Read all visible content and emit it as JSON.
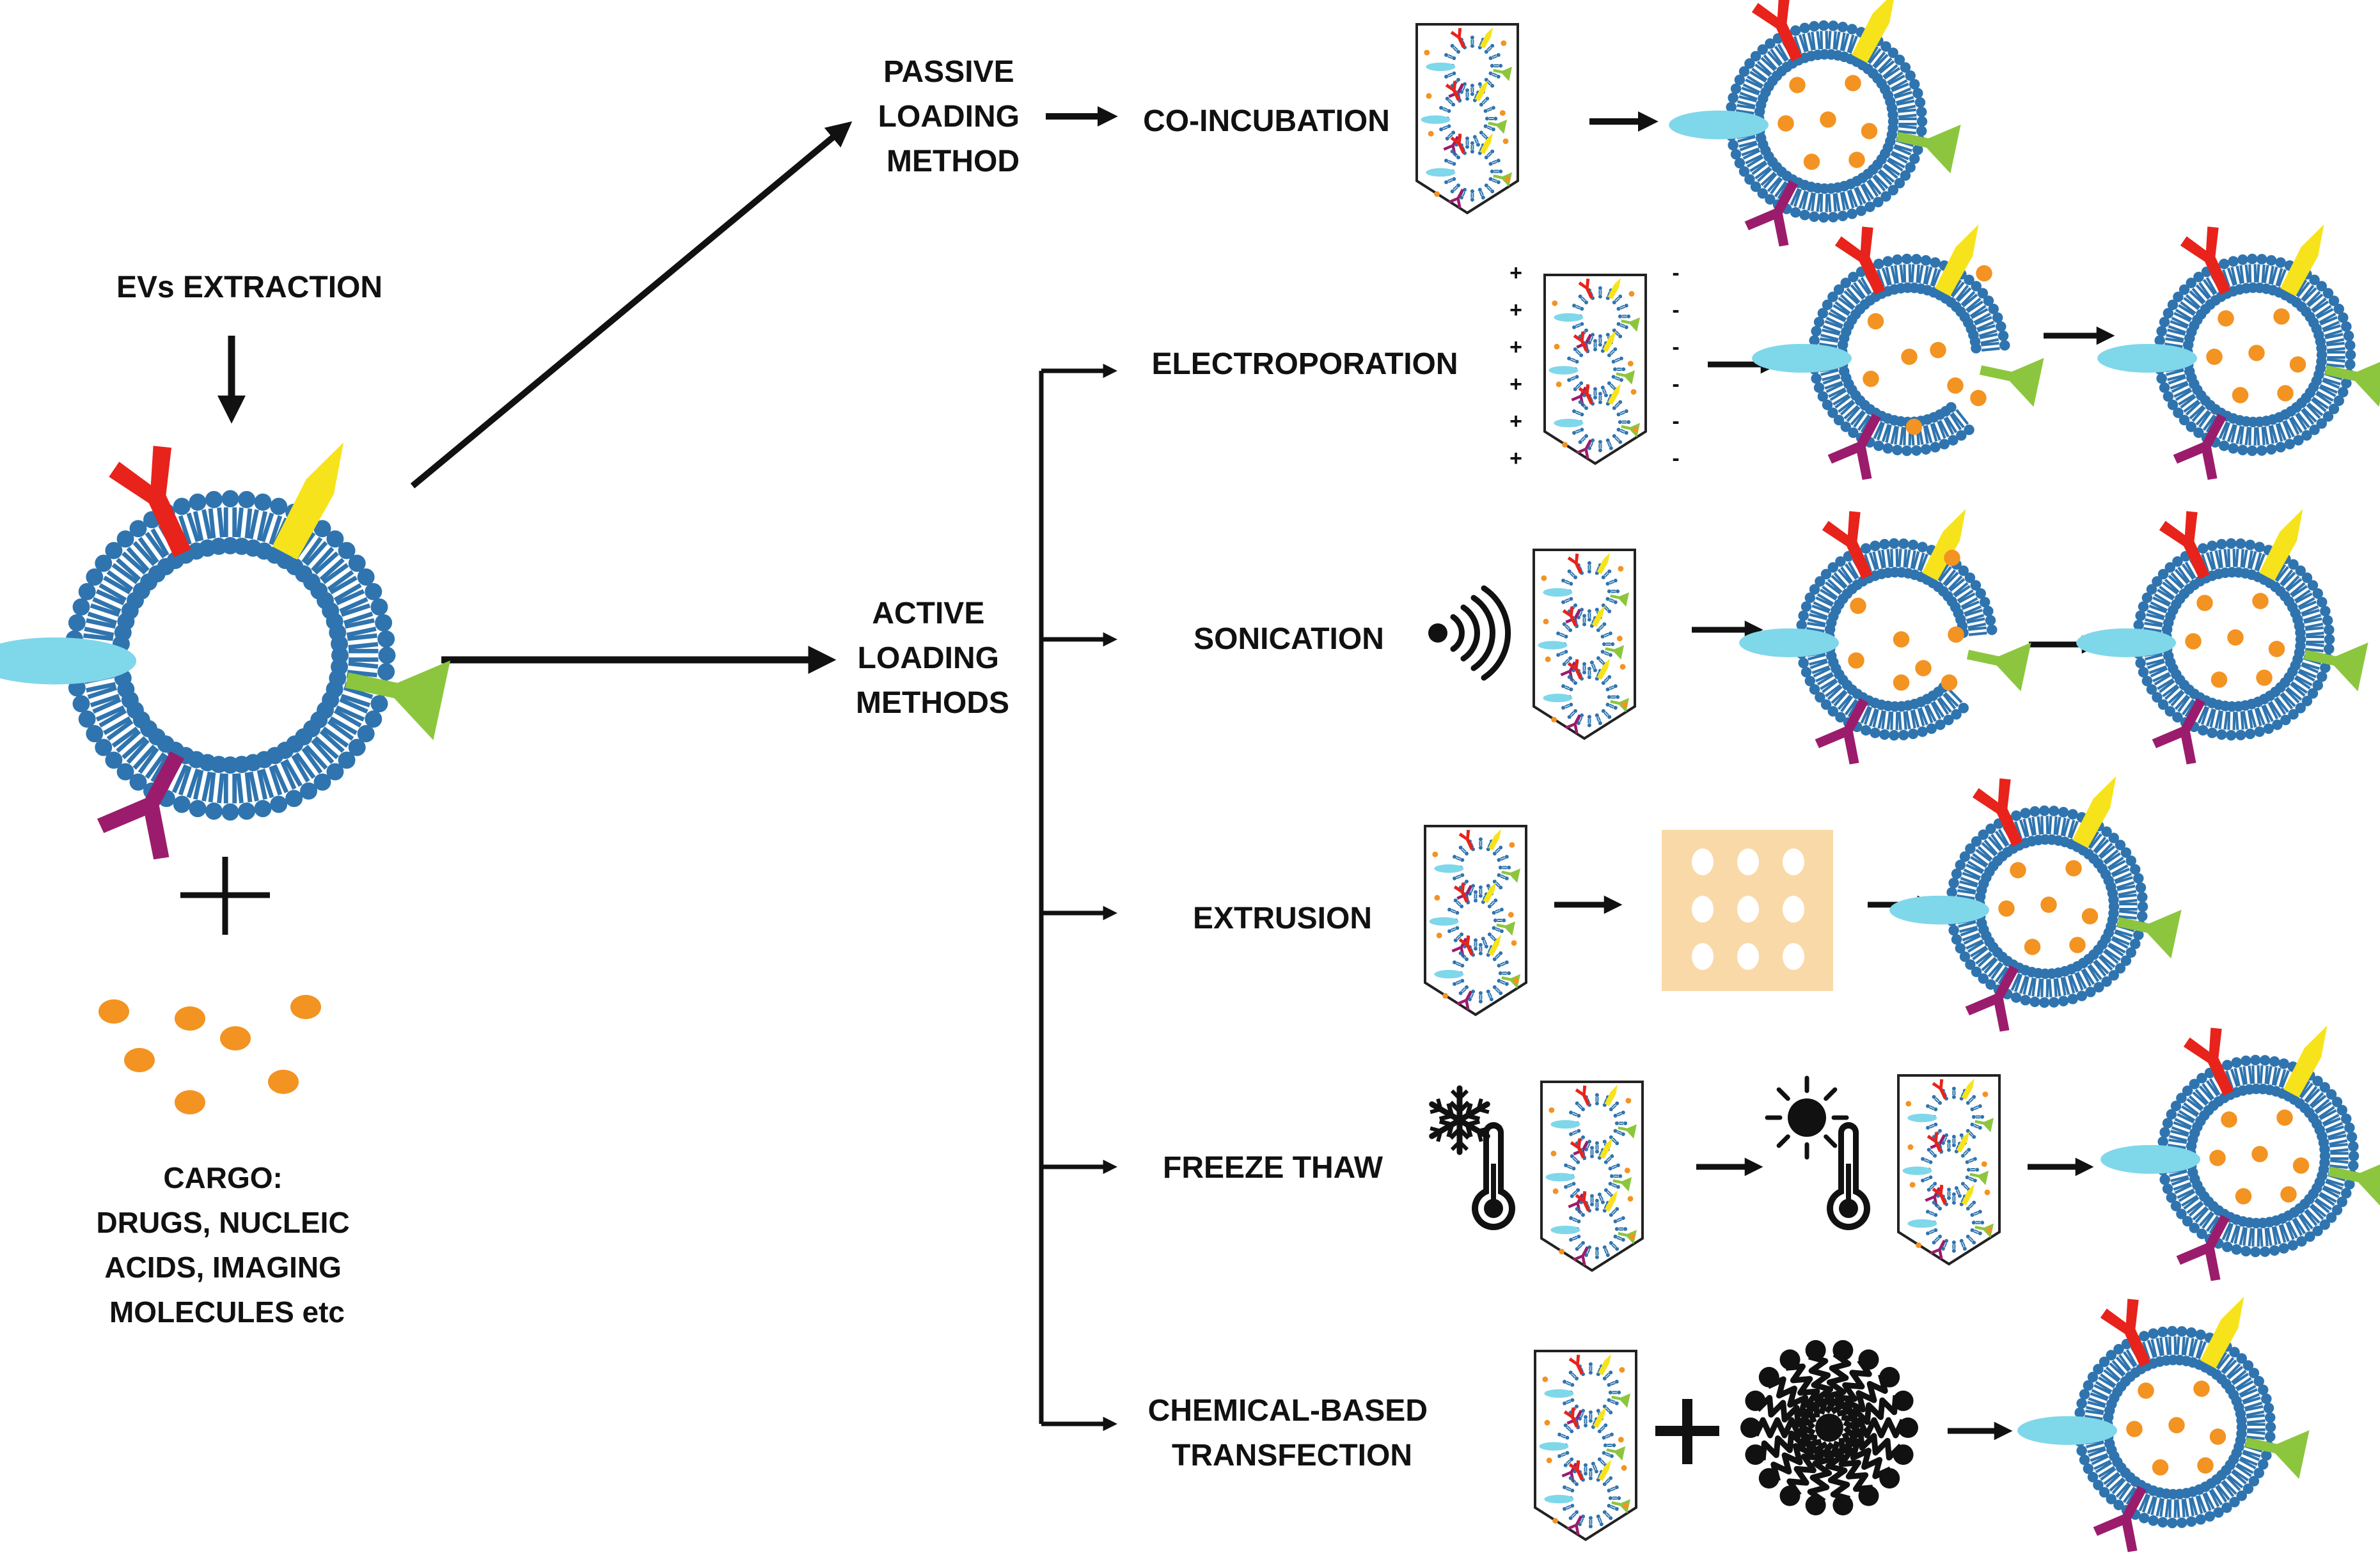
{
  "source": {
    "title": "EVs EXTRACTION",
    "cargo_lines": [
      "CARGO:",
      "DRUGS, NUCLEIC",
      "ACIDS, IMAGING",
      "MOLECULES etc"
    ]
  },
  "passive": {
    "heading_lines": [
      "PASSIVE",
      "LOADING",
      "METHOD"
    ],
    "method": "CO-INCUBATION"
  },
  "active": {
    "heading_lines": [
      "ACTIVE",
      "LOADING",
      "METHODS"
    ],
    "methods": [
      {
        "label_lines": [
          "ELECTROPORATION"
        ]
      },
      {
        "label_lines": [
          "SONICATION"
        ]
      },
      {
        "label_lines": [
          "EXTRUSION"
        ]
      },
      {
        "label_lines": [
          "FREEZE THAW"
        ]
      },
      {
        "label_lines": [
          "CHEMICAL-BASED",
          "TRANSFECTION"
        ]
      }
    ]
  },
  "symbols": {
    "plus": "+",
    "minus": "-"
  },
  "icons": [
    "vesicle-icon",
    "tube-icon",
    "sound-wave-icon",
    "snowflake-icon",
    "sun-icon",
    "thermometer-icon",
    "filter-membrane-icon",
    "transfection-reagent-icon",
    "arrow-icon"
  ],
  "colors": {
    "lipid": "#2f74ae",
    "cargo": "#f39322",
    "marker_red": "#e8231b",
    "marker_yellow": "#f7e31b",
    "marker_cyan": "#7fd7ea",
    "marker_green": "#8cc63e",
    "marker_purple": "#9b1c6c",
    "filter": "#fad9a8"
  }
}
